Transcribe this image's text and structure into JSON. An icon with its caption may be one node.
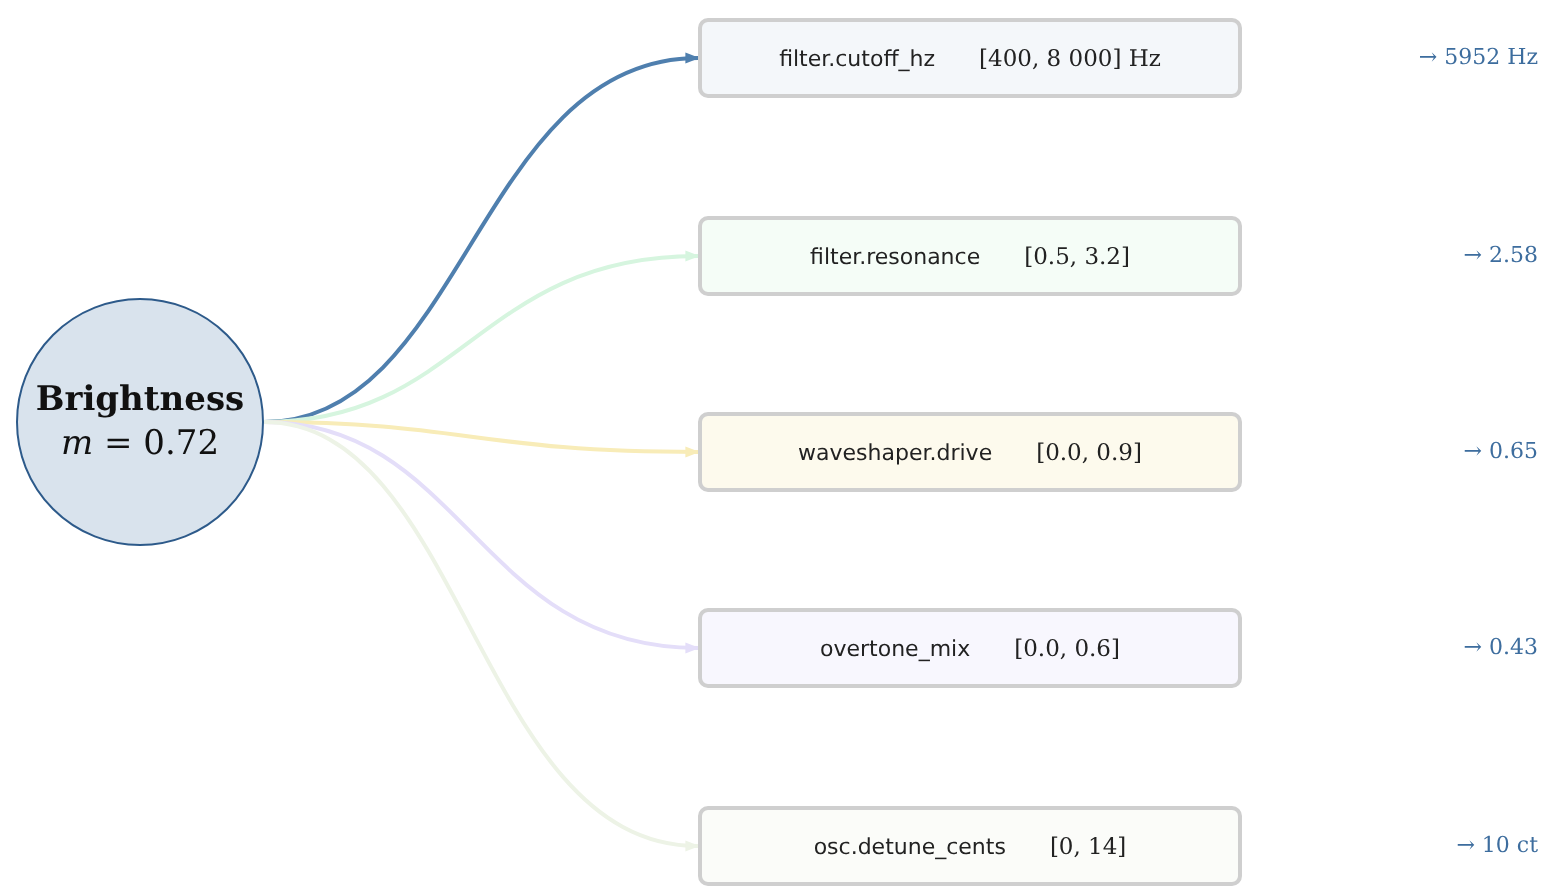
{
  "diagram": {
    "nodes": [
      {
        "text": [
          "Brightness",
          "*m* = 0.72"
        ]
      },
      {
        "text": [
          "filter.cutoff_hz",
          "[400, 8 000] Hz"
        ]
      },
      {
        "text": [
          "filter.resonance",
          "[0.5, 3.2]"
        ]
      },
      {
        "text": [
          "waveshaper.drive",
          "[0.0, 0.9]"
        ]
      },
      {
        "text": [
          "overtone_mix",
          "[0.0, 0.6]"
        ]
      },
      {
        "text": [
          "osc.detune_cents",
          "[0, 14]"
        ]
      }
    ],
    "edges": [
      {
        "from": 0,
        "to": 1,
        "arrow": "to",
        "color": "#4f7fae"
      },
      {
        "from": 0,
        "to": 2,
        "arrow": "to",
        "color": "#d6f5df"
      },
      {
        "from": 0,
        "to": 3,
        "arrow": "to",
        "color": "#f8ecb8"
      },
      {
        "from": 0,
        "to": 4,
        "arrow": "to",
        "color": "#e4def9"
      },
      {
        "from": 0,
        "to": 5,
        "arrow": "to",
        "color": "#edf3e6"
      }
    ],
    "labels": [
      "→ 5952 Hz",
      "→ 2.58",
      "→ 0.65",
      "→ 0.43",
      "→ 10 ct"
    ]
  }
}
